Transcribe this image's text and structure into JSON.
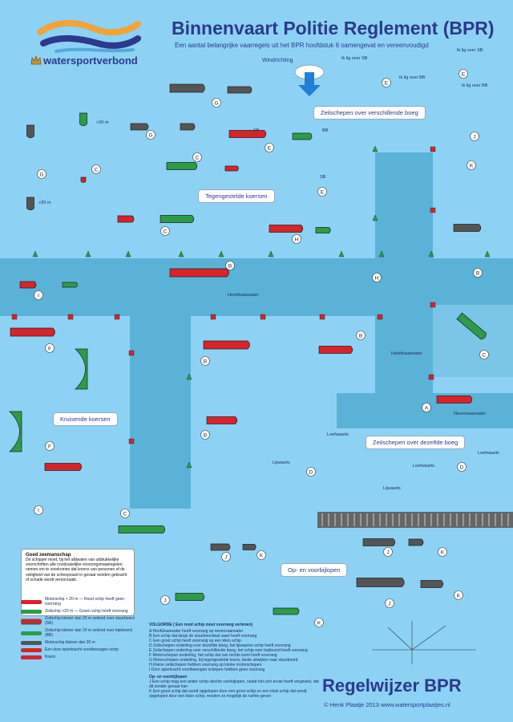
{
  "title": "Binnenvaart Politie Reglement  (BPR)",
  "subtitle": "Een aantal belangrijke vaarregels uit het BPR hoofdstuk 6 samengevat en vereenvoudigd",
  "brand": "watersportverbond",
  "wind_label": "Windrichting",
  "situations": {
    "opposite_boeg": "Zeilschepen over verschillende boeg",
    "tegengesteld": "Tegengestelde koersen",
    "kruisend": "Kruisende koersen",
    "same_boeg": "Zeilschepen over dezelfde boeg",
    "oplopen": "Op- en voorbijlopen"
  },
  "fairway_labels": {
    "hoofdvaarwater": "Hoofdvaarwater",
    "nevenvaarwater": "Nevenvaarwater"
  },
  "sail_labels": {
    "loefwaarts": "Loefwaarts",
    "lijwaarts": "Lijwaarts",
    "sb": "SB",
    "bb": "BB",
    "ik_sb": "Ik lig over SB",
    "ik_bb": "Ik lig over BB"
  },
  "lengths": {
    "gt20": ">20 m",
    "lt20": "<20 m"
  },
  "letters": [
    "A",
    "B",
    "C",
    "D",
    "E",
    "F",
    "G",
    "H",
    "I",
    "J",
    "K"
  ],
  "good_seamanship": {
    "heading": "Goed zeemanschap",
    "body": "De schipper moet, bij het afdwalen van uitdrukkelijke voorschriften alle noodzakelijke voorzorgsmaatregelen nemen om te voorkomen dat levens van personen of de veiligheid van de scheepvaart in gevaar worden gebracht of schade wordt veroorzaakt."
  },
  "legend": [
    {
      "color": "#d8232a",
      "text": "Motorschip > 20 m — Rood schip heeft geen voorrang"
    },
    {
      "color": "#2e9b48",
      "text": "Zeilschip >20 m — Groen schip heeft voorrang"
    },
    {
      "color": "#d8232a",
      "text": "Zeilschip kleiner dan 20 m zeilend over stuurboord (SB)"
    },
    {
      "color": "#2e9b48",
      "text": "Zeilschip kleiner dan 20 m zeilend over bakboord (BB)"
    },
    {
      "color": "#555555",
      "text": "Motorschip kleiner dan 20 m"
    },
    {
      "color": "#d8232a",
      "text": "Een door spierkracht voortbewogen schip"
    },
    {
      "color": "#d8232a",
      "text": "Koers"
    }
  ],
  "volgorde": {
    "heading": "VOLGORDE  ( Een rood schip moet voorrang verlenen)",
    "items": [
      "A  Hoofdvaarwater heeft voorrang op nevenvaarwater",
      "B  Een schip dat langs de stuurboordwal vaart heeft voorrang",
      "C  Een groot schip heeft voorrang op een klein schip",
      "D  Zeilschepen onderling over dezelfde boeg, het lijwaartse schip heeft voorrang",
      "E  Zeilschepen onderling over verschillende boeg, het schip over bakboord heeft voorrang",
      "F  Motorschepen onderling, het schip dat van rechts komt heeft voorrang",
      "G  Motorschepen onderling, bij tegengestelde koers, beide uitwijken naar stuurboord",
      "H  Kleine zeilschepen hebben voorrang op kleine motorschepen",
      "I  Door spierkracht voortbewogen schepen hebben geen voorrang"
    ],
    "op_heading": "Op- en voorbijlopen",
    "op_items": [
      "J  Een schip mag een ander schip slechts voorbijlopen, nadat het zich ervan heeft vergewist, dat dit zonder gevaar kan",
      "K  Een groot schip dat wordt opgelopen door een groot schip en een klein schip dat wordt opgelopen door een klein schip, moeten zo mogelijk de ruimte geven"
    ]
  },
  "footer": {
    "title": "Regelwijzer  BPR",
    "credit": "© Henk Plaatje 2013   www.watersportplaatjes.nl"
  },
  "colors": {
    "background": "#8dd2f4",
    "fairway": "#5ab3d6",
    "priority": "#2e9b48",
    "give_way": "#d8232a",
    "motor_small": "#555555",
    "title": "#2b3a8c"
  }
}
